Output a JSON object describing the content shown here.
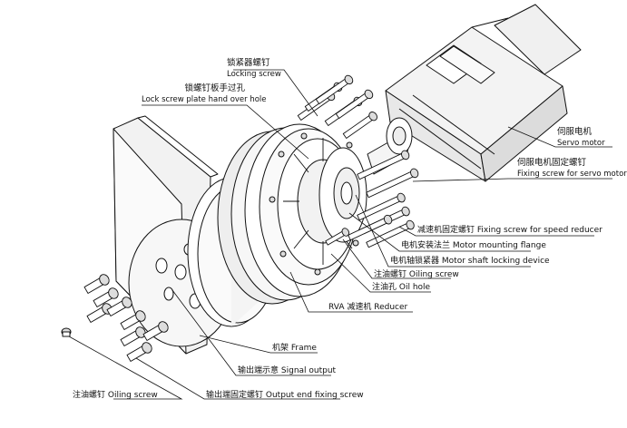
{
  "labels": {
    "locking_screw": {
      "zh": "锁紧器螺钉",
      "en": "Locking screw"
    },
    "lock_plate_hole": {
      "zh": "锁螺钉板手过孔",
      "en": "Lock screw plate hand over hole"
    },
    "servo_motor": {
      "zh": "伺服电机",
      "en": "Servo motor"
    },
    "servo_fixing_screw": {
      "zh": "伺服电机固定螺钉",
      "en": "Fixing screw for servo motor"
    },
    "reducer_fixing_screw": {
      "zh": "减速机固定螺钉",
      "en": "Fixing screw for speed reducer"
    },
    "motor_flange": {
      "zh": "电机安装法兰",
      "en": "Motor mounting flange"
    },
    "shaft_locking": {
      "zh": "电机轴锁紧器",
      "en": "Motor shaft locking device"
    },
    "oiling_screw_top": {
      "zh": "注油螺钉",
      "en": "Oiling screw"
    },
    "oil_hole": {
      "zh": "注油孔",
      "en": "Oil hole"
    },
    "reducer": {
      "zh": "RVA 减速机",
      "en": "Reducer"
    },
    "frame": {
      "zh": "机架",
      "en": "Frame"
    },
    "signal_output": {
      "zh": "输出端示意",
      "en": "Signal output"
    },
    "oiling_screw_bottom": {
      "zh": "注油螺钉",
      "en": "Oiling screw"
    },
    "output_fixing_screw": {
      "zh": "输出端固定螺钉",
      "en": "Output end fixing screw"
    }
  },
  "colors": {
    "line": "#111111",
    "fill": "#ffffff",
    "shade": "#e6e6e6"
  }
}
